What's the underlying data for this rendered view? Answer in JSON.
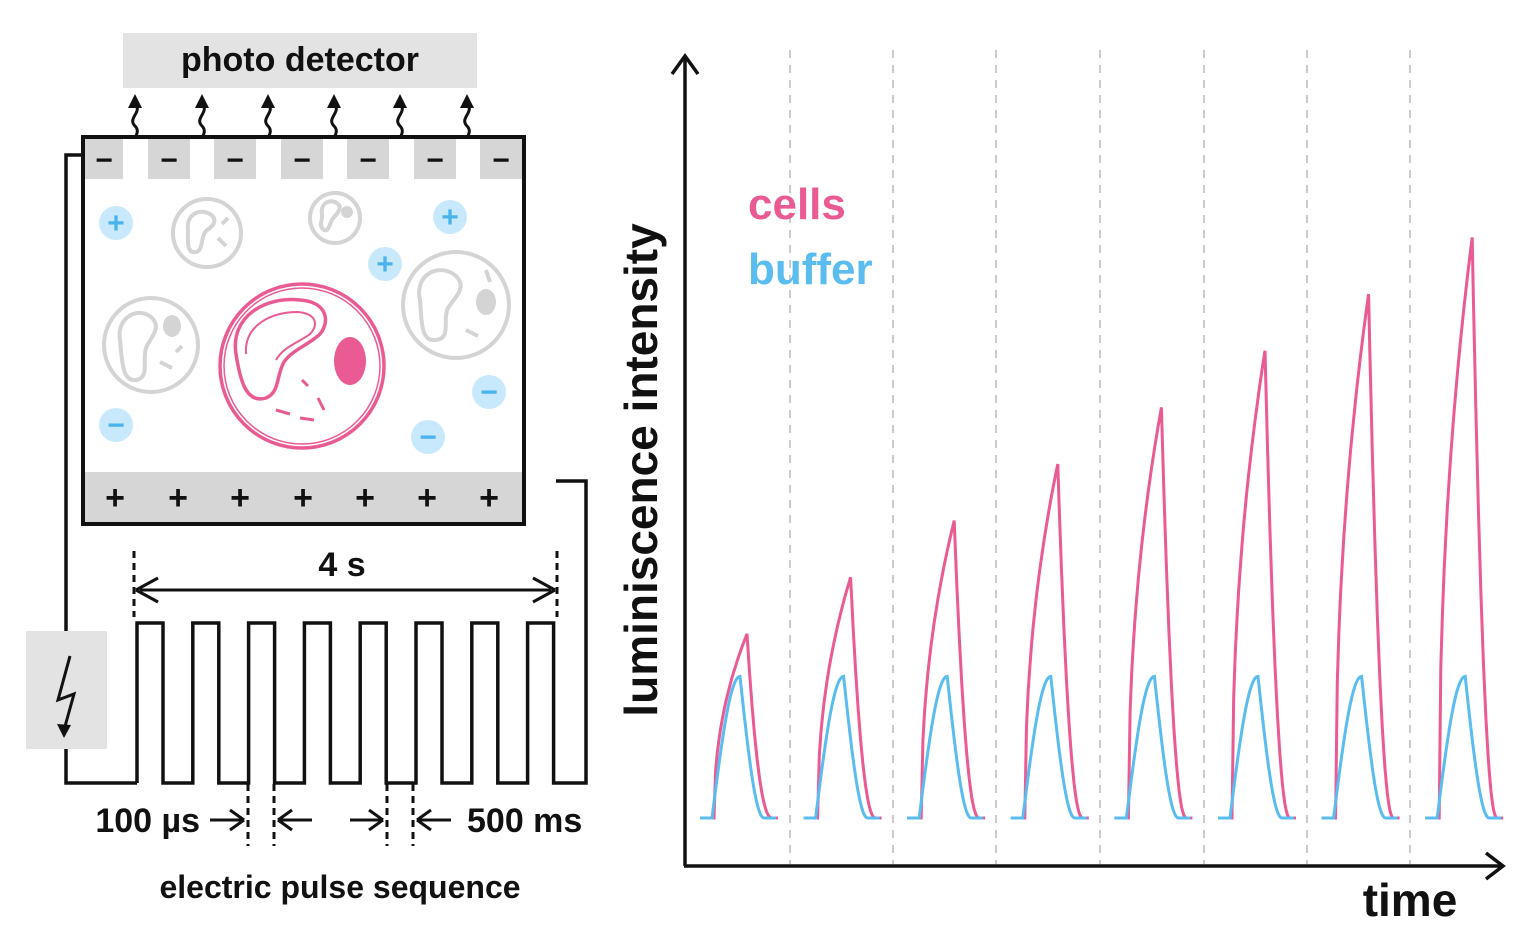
{
  "schematic": {
    "detector_label": "photo detector",
    "top_electrode_sign": "−",
    "bottom_electrode_sign": "+",
    "ion_plus": "+",
    "ion_minus": "−",
    "period_label": "4 s",
    "pulse_width_label": "100 µs",
    "interval_label": "500 ms",
    "sequence_label": "electric pulse sequence",
    "pulse_count": 8,
    "icons": [
      "lightning-bolt-icon",
      "photon-arrow-icon",
      "cell-icon"
    ]
  },
  "plot": {
    "xlabel": "time",
    "ylabel": "luminiscence intensity",
    "legend": [
      {
        "name": "cells",
        "color": "#ea5a93"
      },
      {
        "name": "buffer",
        "color": "#5bbcf0"
      }
    ],
    "cells_peaks": [
      0.13,
      0.17,
      0.21,
      0.25,
      0.29,
      0.33,
      0.37,
      0.41
    ],
    "buffer_peaks": [
      0.1,
      0.1,
      0.1,
      0.1,
      0.1,
      0.1,
      0.1,
      0.1
    ],
    "colors": {
      "cells": "#ea5a93",
      "buffer": "#5bbcf0",
      "axis": "#111111",
      "grid": "#cccccc"
    }
  }
}
